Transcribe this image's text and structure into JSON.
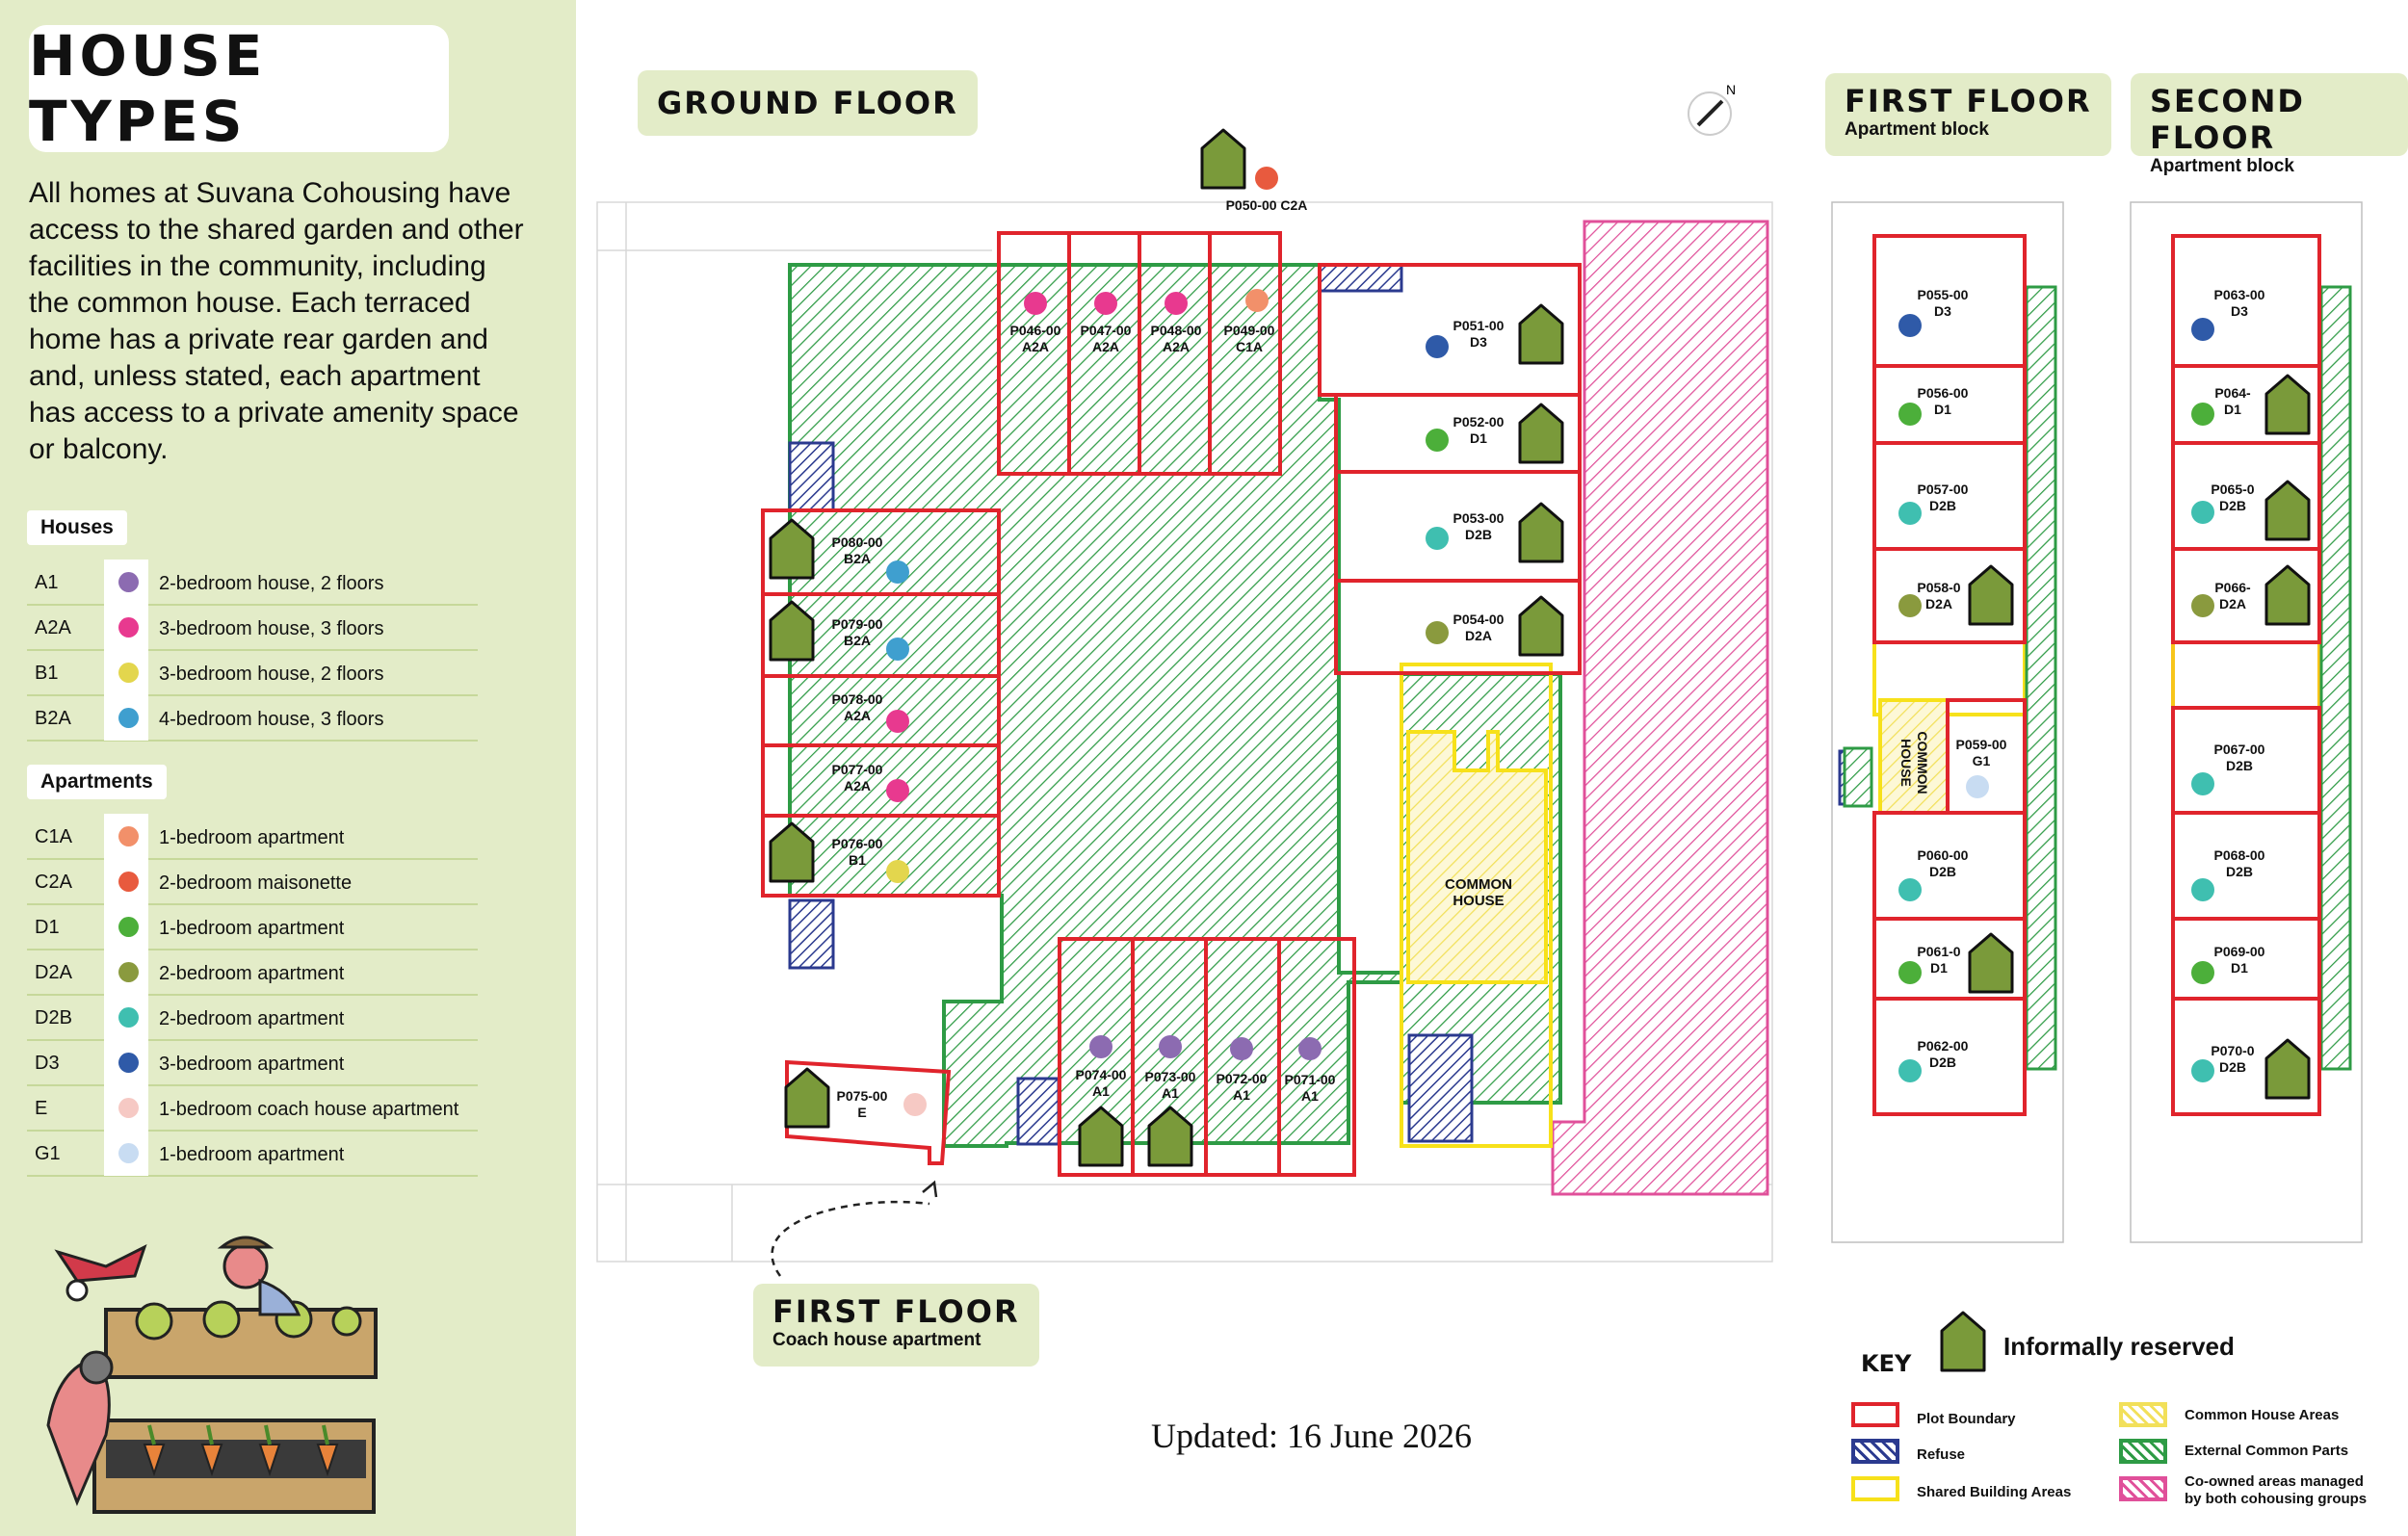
{
  "sidebar": {
    "title": "HOUSE TYPES",
    "intro": "All homes at Suvana Cohousing have access to the shared garden and other facilities in the community, including the common house. Each terraced home has a private rear garden and and, unless stated, each apartment has access to a private amenity space or balcony.",
    "houses_label": "Houses",
    "houses": [
      {
        "code": "A1",
        "desc": "2-bedroom house, 2 floors",
        "color": "#8c6bb1"
      },
      {
        "code": "A2A",
        "desc": "3-bedroom house, 3 floors",
        "color": "#e8398f"
      },
      {
        "code": "B1",
        "desc": "3-bedroom house, 2 floors",
        "color": "#e3d64d"
      },
      {
        "code": "B2A",
        "desc": "4-bedroom house, 3 floors",
        "color": "#3f9fcf"
      }
    ],
    "apartments_label": "Apartments",
    "apartments": [
      {
        "code": "C1A",
        "desc": "1-bedroom apartment",
        "color": "#f2906a"
      },
      {
        "code": "C2A",
        "desc": "2-bedroom maisonette",
        "color": "#e85a3e"
      },
      {
        "code": "D1",
        "desc": "1-bedroom apartment",
        "color": "#4caf3a"
      },
      {
        "code": "D2A",
        "desc": "2-bedroom apartment",
        "color": "#8a9a3e"
      },
      {
        "code": "D2B",
        "desc": "2-bedroom apartment",
        "color": "#3fbfb0"
      },
      {
        "code": "D3",
        "desc": "3-bedroom apartment",
        "color": "#2f5aa8"
      },
      {
        "code": "E",
        "desc": "1-bedroom coach house apartment",
        "color": "#f6c9c4"
      },
      {
        "code": "G1",
        "desc": "1-bedroom apartment",
        "color": "#c8dcf2"
      }
    ]
  },
  "floors": {
    "ground": {
      "title": "GROUND FLOOR"
    },
    "first": {
      "title": "FIRST FLOOR",
      "subtitle": "Apartment block"
    },
    "second": {
      "title": "SECOND FLOOR",
      "subtitle": "Apartment block"
    },
    "coach": {
      "title": "FIRST FLOOR",
      "subtitle": "Coach house apartment"
    }
  },
  "units": {
    "P050": {
      "id": "P050-00 C2A",
      "type": "C2A",
      "reserved": true
    },
    "P046": {
      "id": "P046-00",
      "type": "A2A",
      "reserved": false
    },
    "P047": {
      "id": "P047-00",
      "type": "A2A",
      "reserved": false
    },
    "P048": {
      "id": "P048-00",
      "type": "A2A",
      "reserved": false
    },
    "P049": {
      "id": "P049-00",
      "type": "C1A",
      "reserved": false
    },
    "P051": {
      "id": "P051-00",
      "type": "D3",
      "reserved": true
    },
    "P052": {
      "id": "P052-00",
      "type": "D1",
      "reserved": true
    },
    "P053": {
      "id": "P053-00",
      "type": "D2B",
      "reserved": true
    },
    "P054": {
      "id": "P054-00",
      "type": "D2A",
      "reserved": true
    },
    "P080": {
      "id": "P080-00",
      "type": "B2A",
      "reserved": true
    },
    "P079": {
      "id": "P079-00",
      "type": "B2A",
      "reserved": true
    },
    "P078": {
      "id": "P078-00",
      "type": "A2A",
      "reserved": false
    },
    "P077": {
      "id": "P077-00",
      "type": "A2A",
      "reserved": false
    },
    "P076": {
      "id": "P076-00",
      "type": "B1",
      "reserved": true
    },
    "P075": {
      "id": "P075-00",
      "type": "E",
      "reserved": true
    },
    "P074": {
      "id": "P074-00",
      "type": "A1",
      "reserved": true
    },
    "P073": {
      "id": "P073-00",
      "type": "A1",
      "reserved": true
    },
    "P072": {
      "id": "P072-00",
      "type": "A1",
      "reserved": false
    },
    "P071": {
      "id": "P071-00",
      "type": "A1",
      "reserved": false
    },
    "P055": {
      "id": "P055-00",
      "type": "D3",
      "reserved": false
    },
    "P056": {
      "id": "P056-00",
      "type": "D1",
      "reserved": false
    },
    "P057": {
      "id": "P057-00",
      "type": "D2B",
      "reserved": false
    },
    "P058": {
      "id": "P058-0",
      "type": "D2A",
      "reserved": true
    },
    "P059": {
      "id": "P059-00",
      "type": "G1",
      "reserved": false
    },
    "P060": {
      "id": "P060-00",
      "type": "D2B",
      "reserved": false
    },
    "P061": {
      "id": "P061-0",
      "type": "D1",
      "reserved": true
    },
    "P062": {
      "id": "P062-00",
      "type": "D2B",
      "reserved": false
    },
    "P063": {
      "id": "P063-00",
      "type": "D3",
      "reserved": false
    },
    "P064": {
      "id": "P064-",
      "type": "D1",
      "reserved": true
    },
    "P065": {
      "id": "P065-0",
      "type": "D2B",
      "reserved": true
    },
    "P066": {
      "id": "P066-",
      "type": "D2A",
      "reserved": true
    },
    "P067": {
      "id": "P067-00",
      "type": "D2B",
      "reserved": false
    },
    "P068": {
      "id": "P068-00",
      "type": "D2B",
      "reserved": false
    },
    "P069": {
      "id": "P069-00",
      "type": "D1",
      "reserved": false
    },
    "P070": {
      "id": "P070-0",
      "type": "D2B",
      "reserved": true
    }
  },
  "common_house": {
    "ground": "COMMON\nHOUSE",
    "first": "COMMON HOUSE"
  },
  "updated": "Updated: 16 June 2026",
  "key": {
    "title": "KEY",
    "reserved": "Informally reserved",
    "items": [
      {
        "label": "Plot Boundary",
        "color": "#e0242c",
        "style": "outline"
      },
      {
        "label": "Refuse",
        "color": "#2b3a8f",
        "style": "hatch"
      },
      {
        "label": "Shared Building Areas",
        "color": "#f7e11a",
        "style": "outline"
      },
      {
        "label": "Common House Areas",
        "color": "#f2e05a",
        "style": "hatch"
      },
      {
        "label": "External Common Parts",
        "color": "#2e9b45",
        "style": "hatch"
      },
      {
        "label": "Co-owned areas managed\nby both cohousing groups",
        "color": "#e0509a",
        "style": "hatch"
      }
    ],
    "hut_color": "#7a9a3a"
  },
  "north_label": "N"
}
